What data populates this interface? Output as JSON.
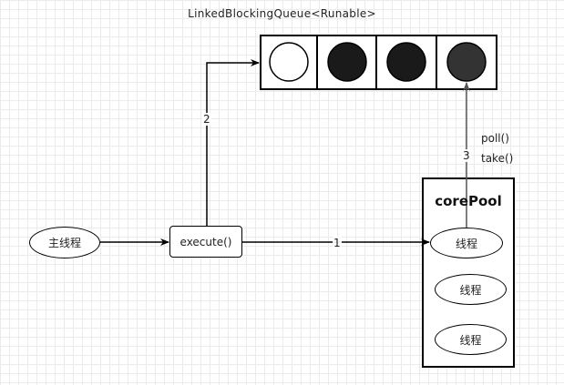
{
  "queue": {
    "title": "LinkedBlockingQueue<Runable>",
    "slots": [
      {
        "fill": "#ffffff"
      },
      {
        "fill": "#1a1a1a"
      },
      {
        "fill": "#1a1a1a"
      },
      {
        "fill": "#333333"
      }
    ]
  },
  "main_thread": {
    "label": "主线程"
  },
  "execute": {
    "label": "execute()"
  },
  "core_pool": {
    "title": "corePool",
    "workers": [
      {
        "label": "线程"
      },
      {
        "label": "线程"
      },
      {
        "label": "线程"
      }
    ]
  },
  "edges": {
    "step1": {
      "label": "1"
    },
    "step2": {
      "label": "2"
    },
    "step3": {
      "label": "3",
      "methods": [
        "poll()",
        "take()"
      ]
    }
  },
  "colors": {
    "stroke": "#000000",
    "arrow": "#555555",
    "grid": "#ebebeb"
  }
}
